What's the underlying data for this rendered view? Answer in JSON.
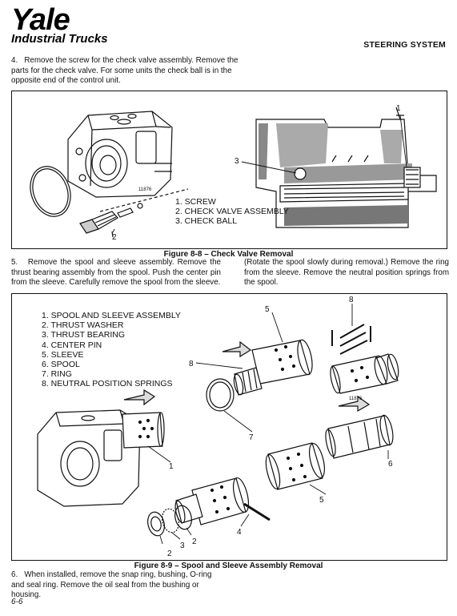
{
  "header": {
    "logo_main": "Yale",
    "logo_sub": "Industrial Trucks",
    "section_title": "STEERING SYSTEM"
  },
  "paragraphs": {
    "p4": "4.   Remove the screw for the check valve assembly. Remove the parts for the check valve. For some units the check ball is in the opposite end of the control unit.",
    "p5a": "5.   Remove the spool and sleeve assembly. Remove the thrust bearing assembly from the spool. Push the center pin from the sleeve. Carefully remove the spool from the sleeve.",
    "p5b": "(Rotate the spool slowly during removal.) Remove the ring from the sleeve. Remove the neutral position springs from the spool.",
    "p6": "6.   When installed, remove the snap ring, bushing, O-ring and seal ring. Remove the oil seal from the bushing or housing."
  },
  "figure_8_8": {
    "caption": "Figure 8-8 – Check Valve Removal",
    "legend": [
      "1.  SCREW",
      "2.  CHECK VALVE ASSEMBLY",
      "3.  CHECK BALL"
    ],
    "callouts": {
      "c1": "1",
      "c2": "2",
      "c3": "3"
    },
    "ref": "11876"
  },
  "figure_8_9": {
    "caption": "Figure 8-9 – Spool and Sleeve Assembly Removal",
    "legend": [
      "1.  SPOOL AND SLEEVE ASSEMBLY",
      "2.  THRUST WASHER",
      "3.  THRUST BEARING",
      "4.  CENTER PIN",
      "5.  SLEEVE",
      "6.  SPOOL",
      "7.  RING",
      "8.  NEUTRAL POSITION SPRINGS"
    ],
    "callouts": {
      "c1": "1",
      "c2a": "2",
      "c2b": "2",
      "c3": "3",
      "c4": "4",
      "c5a": "5",
      "c5b": "5",
      "c6": "6",
      "c7": "7",
      "c8a": "8",
      "c8b": "8"
    },
    "ref": "11876"
  },
  "footer": {
    "page_number": "6-6"
  }
}
